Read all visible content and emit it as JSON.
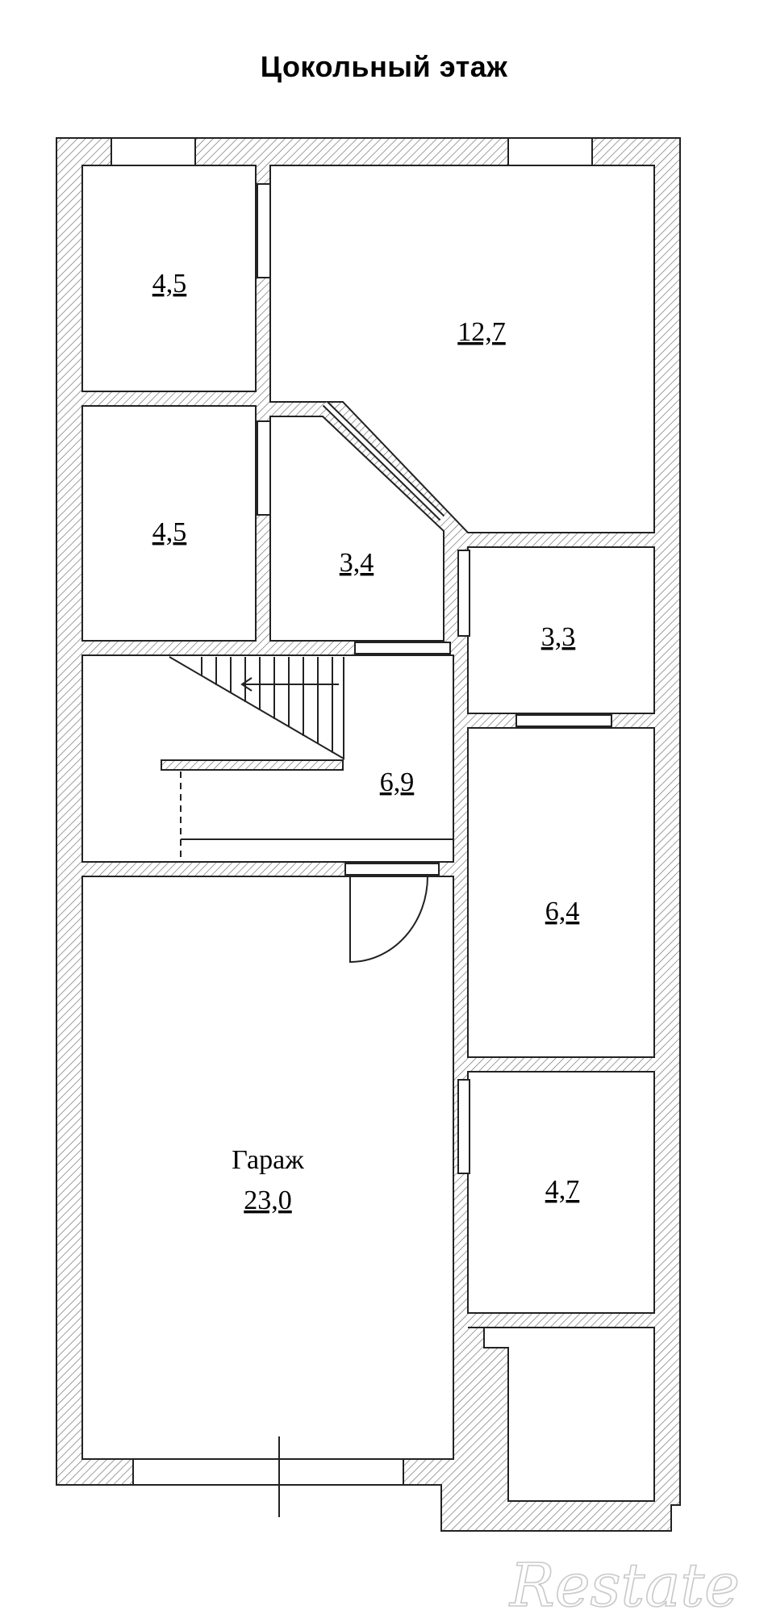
{
  "title": "Цокольный этаж",
  "rooms": [
    {
      "id": "r1",
      "area": "4,5"
    },
    {
      "id": "r2",
      "area": "12,7"
    },
    {
      "id": "r3",
      "area": "4,5"
    },
    {
      "id": "r4",
      "area": "3,4"
    },
    {
      "id": "r5",
      "area": "3,3"
    },
    {
      "id": "r6",
      "area": "6,9"
    },
    {
      "id": "r7",
      "area": "6,4"
    },
    {
      "id": "r8",
      "area": "4,7"
    }
  ],
  "garage": {
    "name": "Гараж",
    "area": "23,0"
  },
  "watermark": "Restate"
}
